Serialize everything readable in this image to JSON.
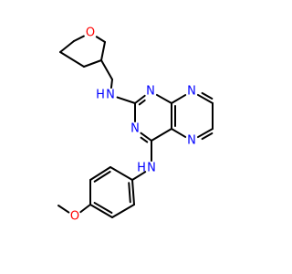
{
  "molecule": {
    "atoms": [
      {
        "id": "o_thf",
        "element": "O",
        "label": "O",
        "color": "#ff0000"
      },
      {
        "id": "n_amine_upper",
        "element": "N",
        "label": "N",
        "color": "#0000ff"
      },
      {
        "id": "h_amine_upper",
        "element": "H",
        "label": "H",
        "color": "#0000ff"
      },
      {
        "id": "n_ring_1",
        "element": "N",
        "label": "N",
        "color": "#0000ff"
      },
      {
        "id": "n_ring_3",
        "element": "N",
        "label": "N",
        "color": "#0000ff"
      },
      {
        "id": "n_ring_5",
        "element": "N",
        "label": "N",
        "color": "#0000ff"
      },
      {
        "id": "n_ring_8",
        "element": "N",
        "label": "N",
        "color": "#0000ff"
      },
      {
        "id": "n_amine_lower",
        "element": "N",
        "label": "N",
        "color": "#0000ff"
      },
      {
        "id": "h_amine_lower",
        "element": "H",
        "label": "H",
        "color": "#0000ff"
      },
      {
        "id": "o_methoxy",
        "element": "O",
        "label": "O",
        "color": "#ff0000"
      }
    ]
  }
}
